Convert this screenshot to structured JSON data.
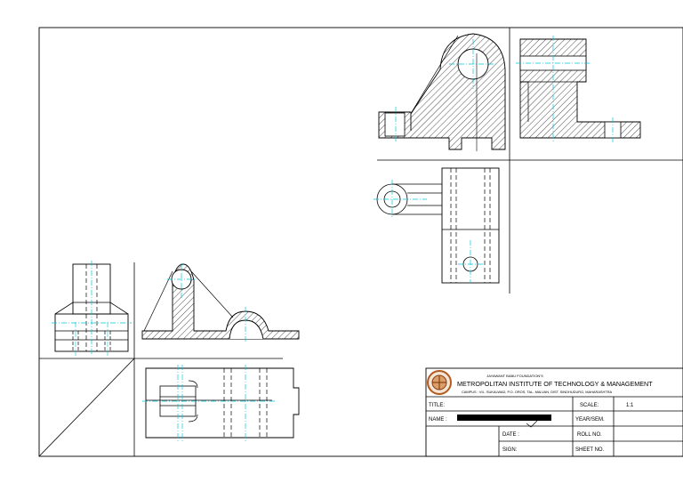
{
  "title_block": {
    "foundation": "JAYAWANT BABU FOUNDATION'S",
    "institute": "METROPOLITAN INSTITUTE OF TECHNOLOGY & MANAGEMENT",
    "address": "CAMPUS : VIL. SUKALWAD, P.O. OROS, TAL- MALVAN, DIST. SINDHUDURG, MAHARASHTRA",
    "title_label": "TITLE:",
    "scale_label": "SCALE:",
    "scale_value": "1:1",
    "name_label": "NAME :",
    "year_label": "YEAR/SEM.",
    "date_label": "DATE :",
    "roll_label": "ROLL NO.",
    "sign_label": "SIGN:",
    "sheet_label": "SHEET NO."
  },
  "colors": {
    "outline": "#000000",
    "centerline": "#00c8d8",
    "logo_ring": "#b35a1f",
    "logo_fill": "#d9a06b"
  }
}
